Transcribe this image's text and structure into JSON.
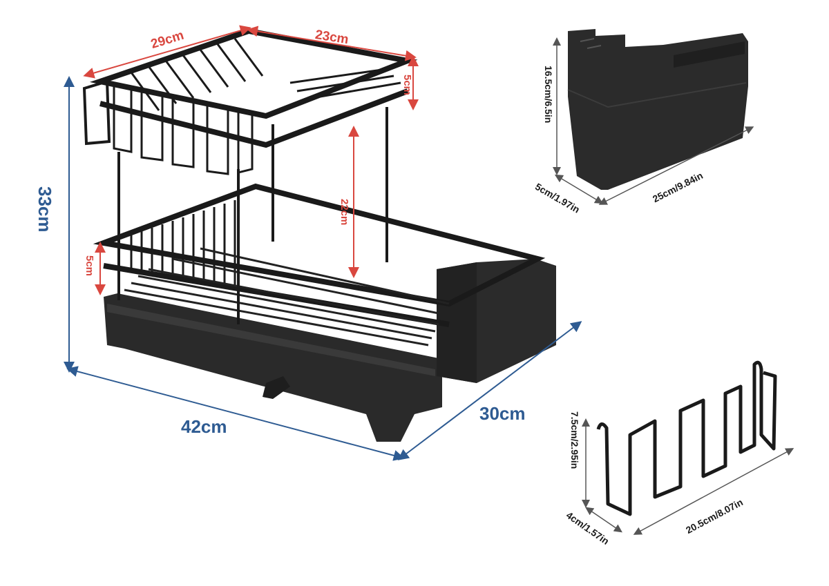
{
  "main_rack": {
    "width_top_label": "29cm",
    "depth_top_label": "23cm",
    "top_tier_height_label": "5cm",
    "tier_gap_label": "22cm",
    "bottom_tier_height_label": "5cm",
    "total_height_label": "33cm",
    "total_width_label": "42cm",
    "total_depth_label": "30cm",
    "red_color": "#d9473f",
    "blue_color": "#2e5b92"
  },
  "utensil_holder": {
    "height_label": "16.5cm/6.5in",
    "depth_label": "5cm/1.97in",
    "width_label": "25cm/9.84in"
  },
  "cup_holder": {
    "height_label": "7.5cm/2.95in",
    "depth_label": "4cm/1.57in",
    "width_label": "20.5cm/8.07in"
  }
}
